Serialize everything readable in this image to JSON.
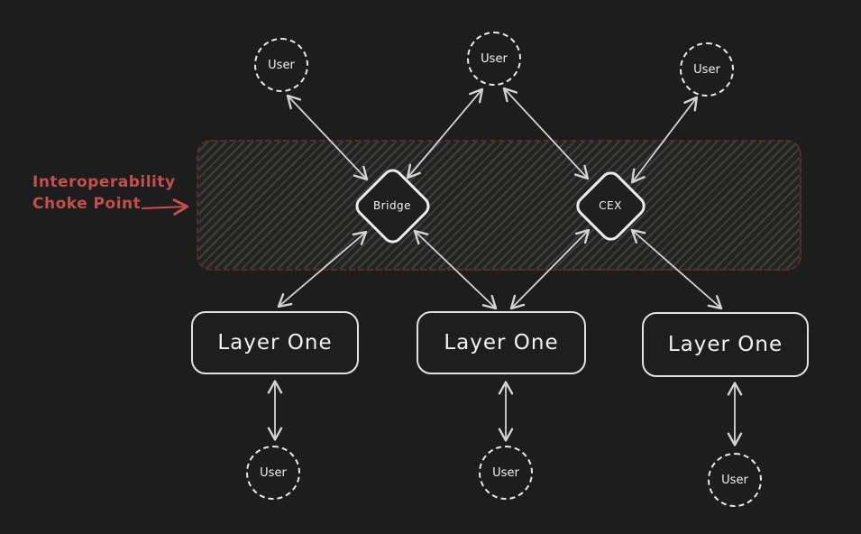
{
  "canvas": {
    "background": "#1d1d1d"
  },
  "annotation": {
    "line1": "Interoperability",
    "line2": "Choke Point",
    "color": "#c4504c"
  },
  "band": {
    "meaning": "interoperability-choke-point-zone",
    "border_color": "#5c2b29",
    "hatch_line_color": "#3f3f3d",
    "hatch_background": "#232322"
  },
  "nodes": {
    "users_top": [
      {
        "label": "User"
      },
      {
        "label": "User"
      },
      {
        "label": "User"
      }
    ],
    "bridge": {
      "label": "Bridge"
    },
    "cex": {
      "label": "CEX"
    },
    "layer_ones": [
      {
        "label": "Layer One"
      },
      {
        "label": "Layer One"
      },
      {
        "label": "Layer One"
      }
    ],
    "users_bottom": [
      {
        "label": "User"
      },
      {
        "label": "User"
      },
      {
        "label": "User"
      }
    ]
  },
  "edges": [
    {
      "from": "user-top-1",
      "to": "bridge",
      "bidirectional": true
    },
    {
      "from": "user-top-2",
      "to": "bridge",
      "bidirectional": true
    },
    {
      "from": "user-top-2",
      "to": "cex",
      "bidirectional": true
    },
    {
      "from": "user-top-3",
      "to": "cex",
      "bidirectional": true
    },
    {
      "from": "bridge",
      "to": "layer-one-1",
      "bidirectional": true
    },
    {
      "from": "bridge",
      "to": "layer-one-2",
      "bidirectional": true
    },
    {
      "from": "cex",
      "to": "layer-one-2",
      "bidirectional": true
    },
    {
      "from": "cex",
      "to": "layer-one-3",
      "bidirectional": true
    },
    {
      "from": "layer-one-1",
      "to": "user-bottom-1",
      "bidirectional": true
    },
    {
      "from": "layer-one-2",
      "to": "user-bottom-2",
      "bidirectional": true
    },
    {
      "from": "layer-one-3",
      "to": "user-bottom-3",
      "bidirectional": true
    }
  ],
  "colors": {
    "background": "#1d1d1d",
    "node_stroke": "#e8e8e8",
    "arrow_stroke": "#d4d4d4",
    "accent_red": "#c4504c"
  }
}
